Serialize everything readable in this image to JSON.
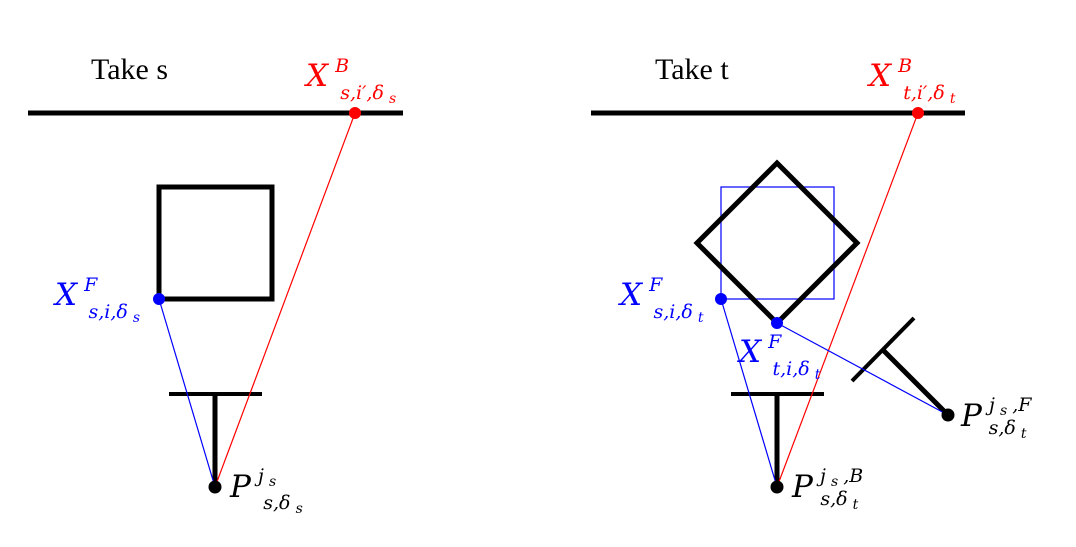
{
  "colors": {
    "ink": "#000000",
    "red": "#ff0000",
    "blue": "#0000ff"
  },
  "left_panel": {
    "title": "Take s",
    "label_background_point": {
      "base": "X",
      "sup": "B",
      "sub_a": "s,i′,δ",
      "sub_b": "s"
    },
    "label_foreground_point": {
      "base": "X",
      "sup": "F",
      "sub_a": "s,i,δ",
      "sub_b": "s"
    },
    "label_camera": {
      "base": "P",
      "sup_a": "j",
      "sup_b": "s",
      "sub_a": "s,δ",
      "sub_b": "s"
    }
  },
  "right_panel": {
    "title": "Take t",
    "label_background_point": {
      "base": "X",
      "sup": "B",
      "sub_a": "t,i′,δ",
      "sub_b": "t"
    },
    "label_foreground_point_s": {
      "base": "X",
      "sup": "F",
      "sub_a": "s,i,δ",
      "sub_b": "t"
    },
    "label_foreground_point_t": {
      "base": "X",
      "sup": "F",
      "sub_a": "t,i,δ",
      "sub_b": "t"
    },
    "label_camera_b": {
      "base": "P",
      "sup_a": "j",
      "sup_b": "s",
      "sup_c": ",B",
      "sub_a": "s,δ",
      "sub_b": "t"
    },
    "label_camera_f": {
      "base": "P",
      "sup_a": "j",
      "sup_b": "s",
      "sup_c": ",F",
      "sub_a": "s,δ",
      "sub_b": "t"
    }
  }
}
